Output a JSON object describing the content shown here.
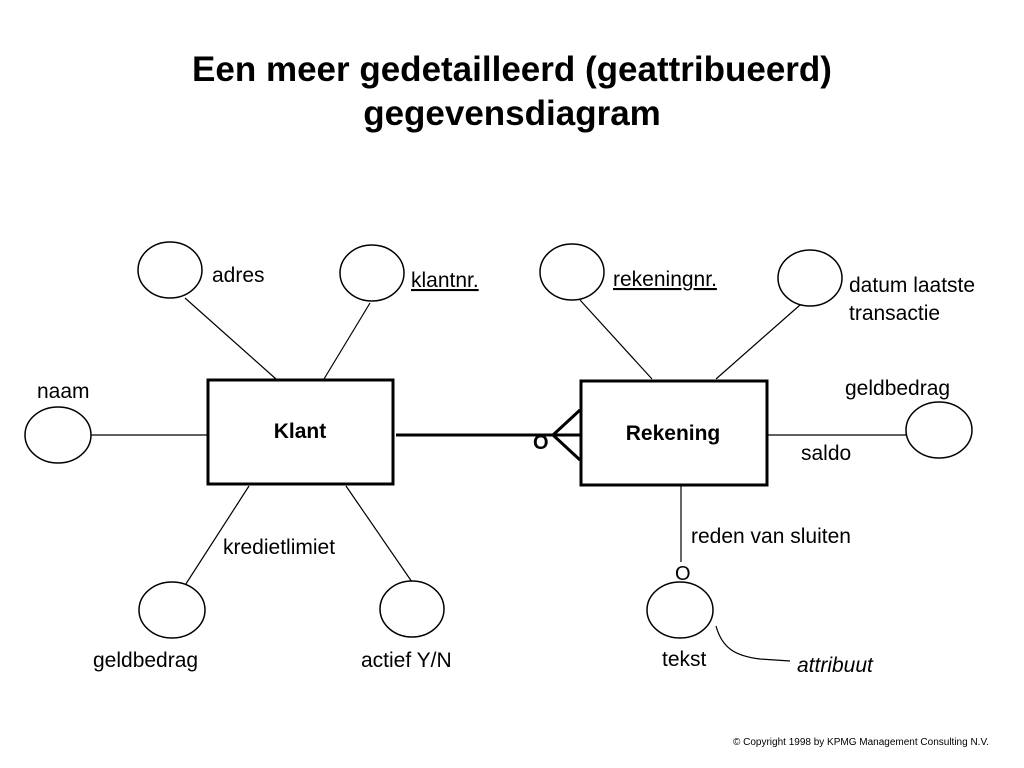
{
  "slide": {
    "title_line1": "Een meer gedetailleerd (geattribueerd)",
    "title_line2": "gegevensdiagram",
    "copyright": "© Copyright 1998 by KPMG Management Consulting N.V."
  },
  "entities": {
    "klant": "Klant",
    "rekening": "Rekening"
  },
  "attributes": {
    "adres": "adres",
    "klantnr": "klantnr.",
    "naam": "naam",
    "kredietlimiet": "kredietlimiet",
    "kredietlimiet_geldbedrag": "geldbedrag",
    "actief": "actief Y/N",
    "rekeningnr": "rekeningnr.",
    "datum_line1": "datum laatste",
    "datum_line2": "transactie",
    "saldo_geldbedrag": "geldbedrag",
    "saldo": "saldo",
    "reden": "reden van sluiten",
    "tekst": "tekst"
  },
  "notation": {
    "optional_mark_relationship": "O",
    "optional_mark_attribute": "O",
    "callout": "attribuut"
  }
}
